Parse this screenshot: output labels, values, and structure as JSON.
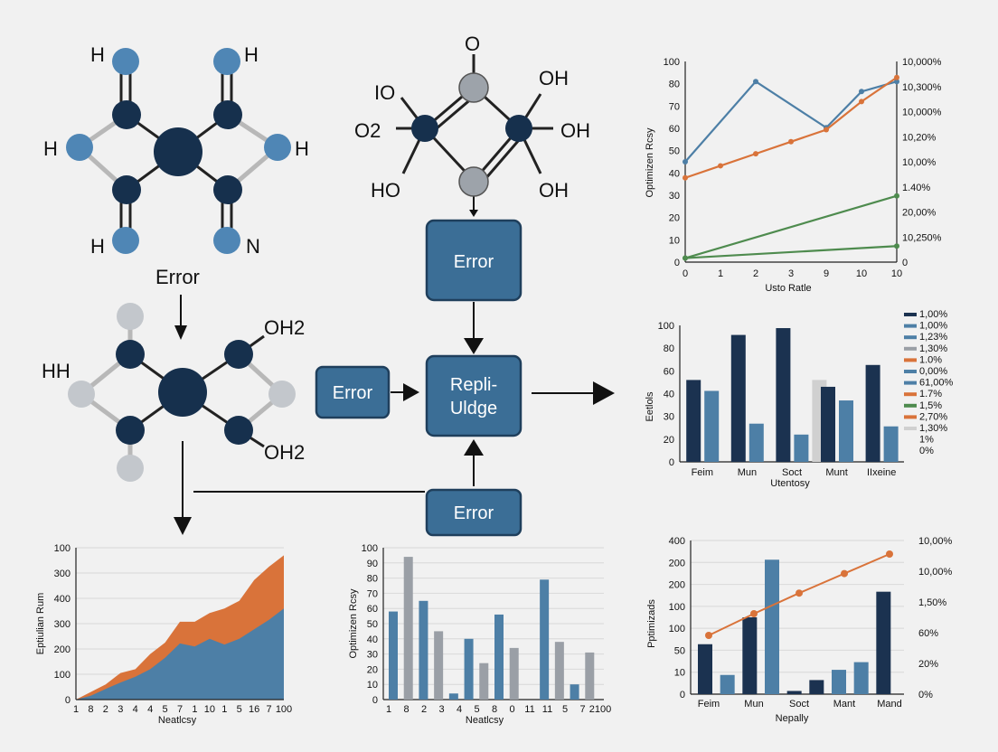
{
  "molecule_a": {
    "labels": [
      "H",
      "H",
      "H",
      "H",
      "H",
      "N"
    ],
    "caption": "Error"
  },
  "molecule_b": {
    "labels": [
      "O",
      "IO",
      "OH",
      "O2",
      "OH",
      "HO",
      "OH"
    ]
  },
  "molecule_c": {
    "labels": [
      "HH",
      "OH2",
      "OH2"
    ]
  },
  "flow_boxes": {
    "error_top": "Error",
    "error_left": "Error",
    "center_line1": "Repli-",
    "center_line2": "Uldge",
    "error_bottom": "Error"
  },
  "colors": {
    "navy": "#1b3250",
    "steel": "#4d7fa6",
    "light_blue": "#6f9dc2",
    "grey": "#9a9fa6",
    "orange": "#d9733a",
    "green": "#4e8b4e",
    "box_fill": "#3b6e96"
  },
  "chart_data": [
    {
      "id": "top-right-line",
      "type": "line",
      "xlabel": "Usto Ratle",
      "ylabel": "Optimizen Rcsy",
      "x_ticks": [
        "0",
        "1",
        "2",
        "3",
        "9",
        "10",
        "10"
      ],
      "y_ticks": [
        "0",
        "10",
        "20",
        "30",
        "40",
        "50",
        "60",
        "70",
        "80",
        "100"
      ],
      "y2_ticks": [
        "10,000%",
        "10,300%",
        "10,000%",
        "10,20%",
        "10,00%",
        "1.40%",
        "20,00%",
        "10,250%",
        "0"
      ],
      "ylim": [
        0,
        100
      ],
      "series": [
        {
          "color": "#4d7fa6",
          "x": [
            0,
            2,
            4,
            5,
            6
          ],
          "y": [
            50,
            90,
            67,
            85,
            90
          ]
        },
        {
          "color": "#d9733a",
          "x": [
            0,
            1,
            2,
            3,
            4,
            5,
            6
          ],
          "y": [
            42,
            48,
            54,
            60,
            66,
            80,
            92
          ]
        },
        {
          "color": "#4e8b4e",
          "x": [
            0,
            6
          ],
          "y": [
            2,
            33
          ]
        },
        {
          "color": "#4e8b4e",
          "x": [
            0,
            6
          ],
          "y": [
            2,
            8
          ]
        }
      ]
    },
    {
      "id": "middle-right-bar",
      "type": "bar",
      "xlabel": "Utentosy",
      "ylabel": "Eetlols",
      "categories": [
        "Feim",
        "Mun",
        "Soct",
        "Munt",
        "IIxeine"
      ],
      "y_ticks": [
        "0",
        "20",
        "30",
        "40",
        "60",
        "80",
        "100"
      ],
      "ylim": [
        0,
        100
      ],
      "series": [
        {
          "color": "#1b3250",
          "values": [
            60,
            93,
            98,
            55,
            71
          ]
        },
        {
          "color": "#4d7fa6",
          "values": [
            52,
            28,
            20,
            45,
            26
          ]
        },
        {
          "color": "#d0d0d0",
          "values": [
            0,
            0,
            60,
            0,
            0
          ]
        }
      ],
      "legend": [
        {
          "text": "1,00%",
          "color": "#1b3250"
        },
        {
          "text": "1,00%",
          "color": "#4d7fa6"
        },
        {
          "text": "1,23%",
          "color": "#4d7fa6"
        },
        {
          "text": "1,30%",
          "color": "#9a9fa6"
        },
        {
          "text": "1.0%",
          "color": "#d9733a"
        },
        {
          "text": "0,00%",
          "color": "#4d7fa6"
        },
        {
          "text": "61,00%",
          "color": "#4d7fa6"
        },
        {
          "text": "1.7%",
          "color": "#d9733a"
        },
        {
          "text": "1,5%",
          "color": "#4e8b4e"
        },
        {
          "text": "2,70%",
          "color": "#d9733a"
        },
        {
          "text": "1,30%",
          "color": "#d0d0d0"
        },
        {
          "text": "1%",
          "color": ""
        },
        {
          "text": "0%",
          "color": ""
        }
      ]
    },
    {
      "id": "bottom-left-area",
      "type": "area",
      "xlabel": "Neatlcsy",
      "ylabel": "Eptiulian Rum",
      "x_ticks": [
        "1",
        "8",
        "2",
        "3",
        "4",
        "4",
        "5",
        "7",
        "1",
        "10",
        "1",
        "5",
        "16",
        "7",
        "100"
      ],
      "y_ticks": [
        "0",
        "100",
        "200",
        "300",
        "400",
        "300",
        "100"
      ],
      "series": [
        {
          "color": "#d9733a",
          "values": [
            0,
            20,
            40,
            70,
            80,
            120,
            150,
            205,
            205,
            228,
            240,
            260,
            315,
            350,
            380
          ]
        },
        {
          "color": "#4d7fa6",
          "values": [
            0,
            10,
            28,
            45,
            60,
            80,
            110,
            148,
            140,
            160,
            145,
            160,
            185,
            210,
            240
          ]
        }
      ]
    },
    {
      "id": "bottom-middle-bar",
      "type": "bar",
      "xlabel": "Neatlcsy",
      "ylabel": "Optimizen Rcsy",
      "y_ticks": [
        "0",
        "10",
        "20",
        "30",
        "40",
        "50",
        "60",
        "70",
        "80",
        "90",
        "100"
      ],
      "x_ticks": [
        "1",
        "8",
        "2",
        "3",
        "4",
        "5",
        "8",
        "0",
        "11",
        "11",
        "5",
        "7",
        "2100"
      ],
      "ylim": [
        0,
        100
      ],
      "bars": [
        {
          "color": "#4d7fa6",
          "value": 58
        },
        {
          "color": "#9a9fa6",
          "value": 94
        },
        {
          "color": "#4d7fa6",
          "value": 65
        },
        {
          "color": "#9a9fa6",
          "value": 45
        },
        {
          "color": "#4d7fa6",
          "value": 4
        },
        {
          "color": "#4d7fa6",
          "value": 40
        },
        {
          "color": "#9a9fa6",
          "value": 24
        },
        {
          "color": "#4d7fa6",
          "value": 56
        },
        {
          "color": "#9a9fa6",
          "value": 34
        },
        {
          "color": "#4d7fa6",
          "value": 0
        },
        {
          "color": "#4d7fa6",
          "value": 79
        },
        {
          "color": "#9a9fa6",
          "value": 38
        },
        {
          "color": "#4d7fa6",
          "value": 10
        },
        {
          "color": "#9a9fa6",
          "value": 31
        }
      ]
    },
    {
      "id": "bottom-right-combo",
      "type": "bar",
      "xlabel": "Nepally",
      "ylabel": "Pptimizads",
      "categories": [
        "Feim",
        "Mun",
        "Soct",
        "Mant",
        "Mand"
      ],
      "y_ticks": [
        "0",
        "10",
        "50",
        "100",
        "100",
        "200",
        "200",
        "400"
      ],
      "y2_ticks": [
        "10,00%",
        "10,00%",
        "1,50%",
        "60%",
        "20%",
        "0%"
      ],
      "bars": [
        {
          "color": "#1b3250",
          "value": 78
        },
        {
          "color": "#4d7fa6",
          "value": 30
        },
        {
          "color": "#1b3250",
          "value": 120
        },
        {
          "color": "#4d7fa6",
          "value": 210
        },
        {
          "color": "#1b3250",
          "value": 5
        },
        {
          "color": "#1b3250",
          "value": 22
        },
        {
          "color": "#4d7fa6",
          "value": 38
        },
        {
          "color": "#4d7fa6",
          "value": 50
        },
        {
          "color": "#1b3250",
          "value": 160
        }
      ],
      "line": {
        "color": "#d9733a",
        "values": [
          0.25,
          0.45,
          0.64,
          0.82,
          1.0
        ]
      }
    }
  ]
}
